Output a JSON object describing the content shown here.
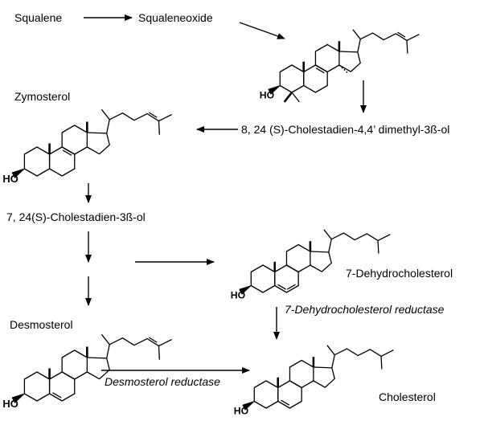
{
  "compounds": {
    "squalene": "Squalene",
    "squaleneoxide": "Squaleneoxide",
    "dimethyl": "8, 24 (S)-Cholestadien-4,4’ dimethyl-3ß-ol",
    "zymosterol": "Zymosterol",
    "cholestadienol": "7, 24(S)-Cholestadien-3ß-ol",
    "dehydrocholesterol": "7-Dehydrocholesterol",
    "desmosterol": "Desmosterol",
    "cholesterol": "Cholesterol"
  },
  "enzymes": {
    "dhcr7": "7-Dehydrocholesterol reductase",
    "dhcr24": "Desmosterol reductase"
  },
  "hydroxyl_label": "HO"
}
